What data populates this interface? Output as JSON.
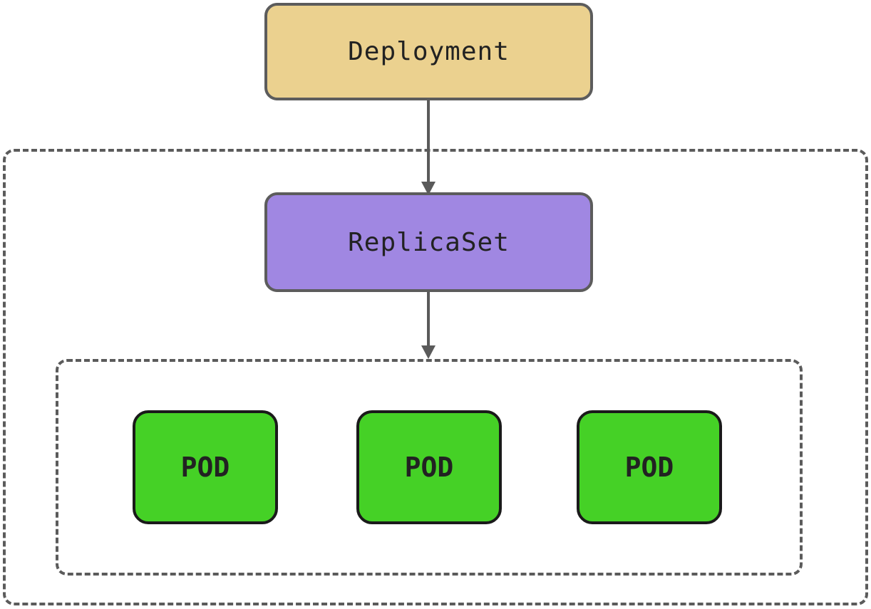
{
  "deployment": {
    "label": "Deployment",
    "fill": "#ebd18f"
  },
  "replicaset": {
    "label": "ReplicaSet",
    "fill": "#a087e2"
  },
  "pods": [
    {
      "label": "POD"
    },
    {
      "label": "POD"
    },
    {
      "label": "POD"
    }
  ],
  "colors": {
    "pod_fill": "#45d126",
    "border": "#5c5c5c",
    "arrow": "#5a5a5a"
  }
}
